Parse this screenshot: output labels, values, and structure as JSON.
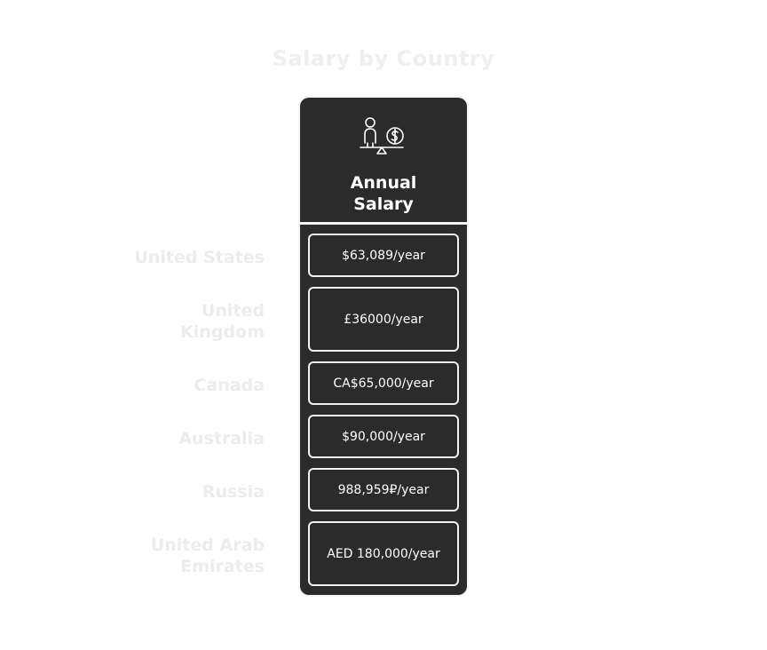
{
  "title": "Salary by Country",
  "column": {
    "title_line1": "Annual",
    "title_line2": "Salary",
    "icon": "person-balance-dollar-icon"
  },
  "rows": [
    {
      "label_line1": "United States",
      "label_line2": "",
      "value": "$63,089/year"
    },
    {
      "label_line1": "United",
      "label_line2": "Kingdom",
      "value": "£36000/year"
    },
    {
      "label_line1": "Canada",
      "label_line2": "",
      "value": "CA$65,000/year"
    },
    {
      "label_line1": "Australia",
      "label_line2": "",
      "value": "$90,000/year"
    },
    {
      "label_line1": "Russia",
      "label_line2": "",
      "value": "988,959₽/year"
    },
    {
      "label_line1": "United Arab",
      "label_line2": "Emirates",
      "value": "AED 180,000/year"
    }
  ],
  "colors": {
    "card": "#2b2b2b",
    "border": "#f2f2f2",
    "faint_text": "#ececec"
  }
}
